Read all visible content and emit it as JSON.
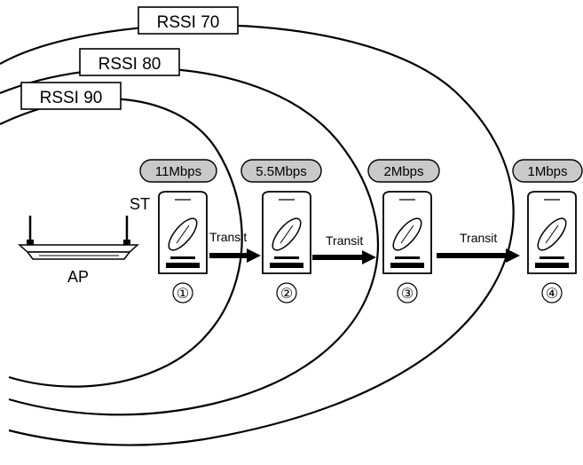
{
  "diagram": {
    "rings": [
      {
        "label": "RSSI 70"
      },
      {
        "label": "RSSI 80"
      },
      {
        "label": "RSSI 90"
      }
    ],
    "ap_label": "AP",
    "st_label": "ST",
    "stations": [
      {
        "rate": "11Mbps",
        "number": "①"
      },
      {
        "rate": "5.5Mbps",
        "number": "②"
      },
      {
        "rate": "2Mbps",
        "number": "③"
      },
      {
        "rate": "1Mbps",
        "number": "④"
      }
    ],
    "transits": [
      {
        "label": "Transit"
      },
      {
        "label": "Transit"
      },
      {
        "label": "Transit"
      }
    ]
  }
}
